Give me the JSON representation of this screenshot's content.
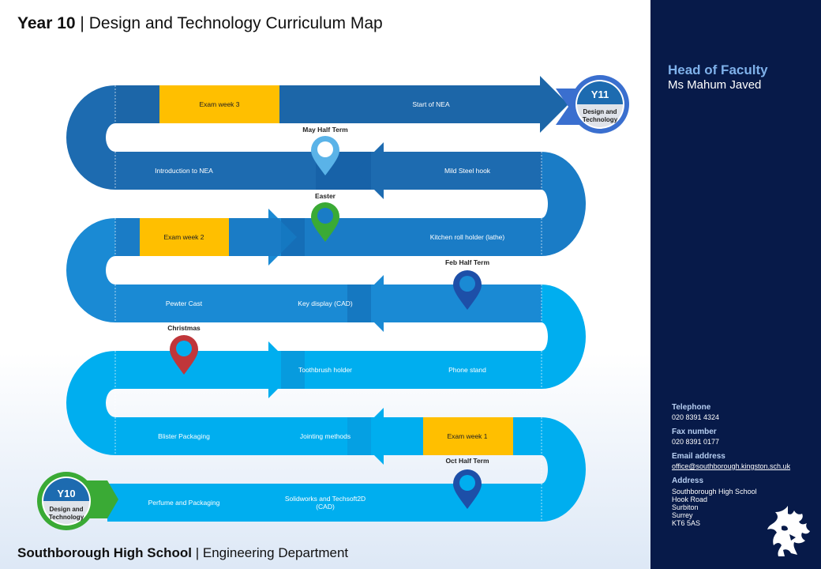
{
  "header": {
    "year": "Year 10",
    "separator": "|",
    "subject": "Design and Technology Curriculum Map"
  },
  "footer": {
    "school": "Southborough High School",
    "separator": "|",
    "department": "Engineering Department"
  },
  "sidebar": {
    "head_title": "Head of Faculty",
    "head_name": "Ms Mahum Javed",
    "telephone_label": "Telephone",
    "telephone": "020 8391 4324",
    "fax_label": "Fax number",
    "fax": "020 8391 0177",
    "email_label": "Email address",
    "email": "office@southborough.kingston.sch.uk",
    "address_label": "Address",
    "address_lines": [
      "Southborough High School",
      "Hook Road",
      "Surbiton",
      "Surrey",
      "KT6 5AS"
    ],
    "logo": "griffin-crest-icon"
  },
  "badges": {
    "y10": {
      "code": "Y10",
      "line1": "Design and",
      "line2": "Technology"
    },
    "y11": {
      "code": "Y11",
      "line1": "Design and",
      "line2": "Technology"
    }
  },
  "row1": {
    "perfume": "Perfume and Packaging",
    "solidworks_1": "Solidworks and Techsoft2D",
    "solidworks_2": "(CAD)"
  },
  "row2": {
    "blister": "Blister Packaging",
    "jointing": "Jointing methods",
    "exam": "Exam week 1"
  },
  "row3": {
    "toothbrush": "Toothbrush holder",
    "phone": "Phone stand"
  },
  "row4": {
    "pewter": "Pewter Cast",
    "key": "Key display (CAD)"
  },
  "row5": {
    "exam": "Exam week 2",
    "kitchen": "Kitchen roll holder (lathe)"
  },
  "row6": {
    "intro": "Introduction to NEA",
    "mild": "Mild Steel hook"
  },
  "row7": {
    "exam": "Exam week 3",
    "nea": "Start of NEA"
  },
  "terms": {
    "oct": "Oct Half Term",
    "christmas": "Christmas",
    "feb": "Feb Half Term",
    "easter": "Easter",
    "may": "May Half Term"
  },
  "colors": {
    "sidebar": "#071a49",
    "exam": "#ffbf00",
    "light_blue": "#00aeef",
    "dark_blue": "#1f6db0",
    "pin_green": "#3aaa35",
    "pin_red": "#c0363a"
  }
}
